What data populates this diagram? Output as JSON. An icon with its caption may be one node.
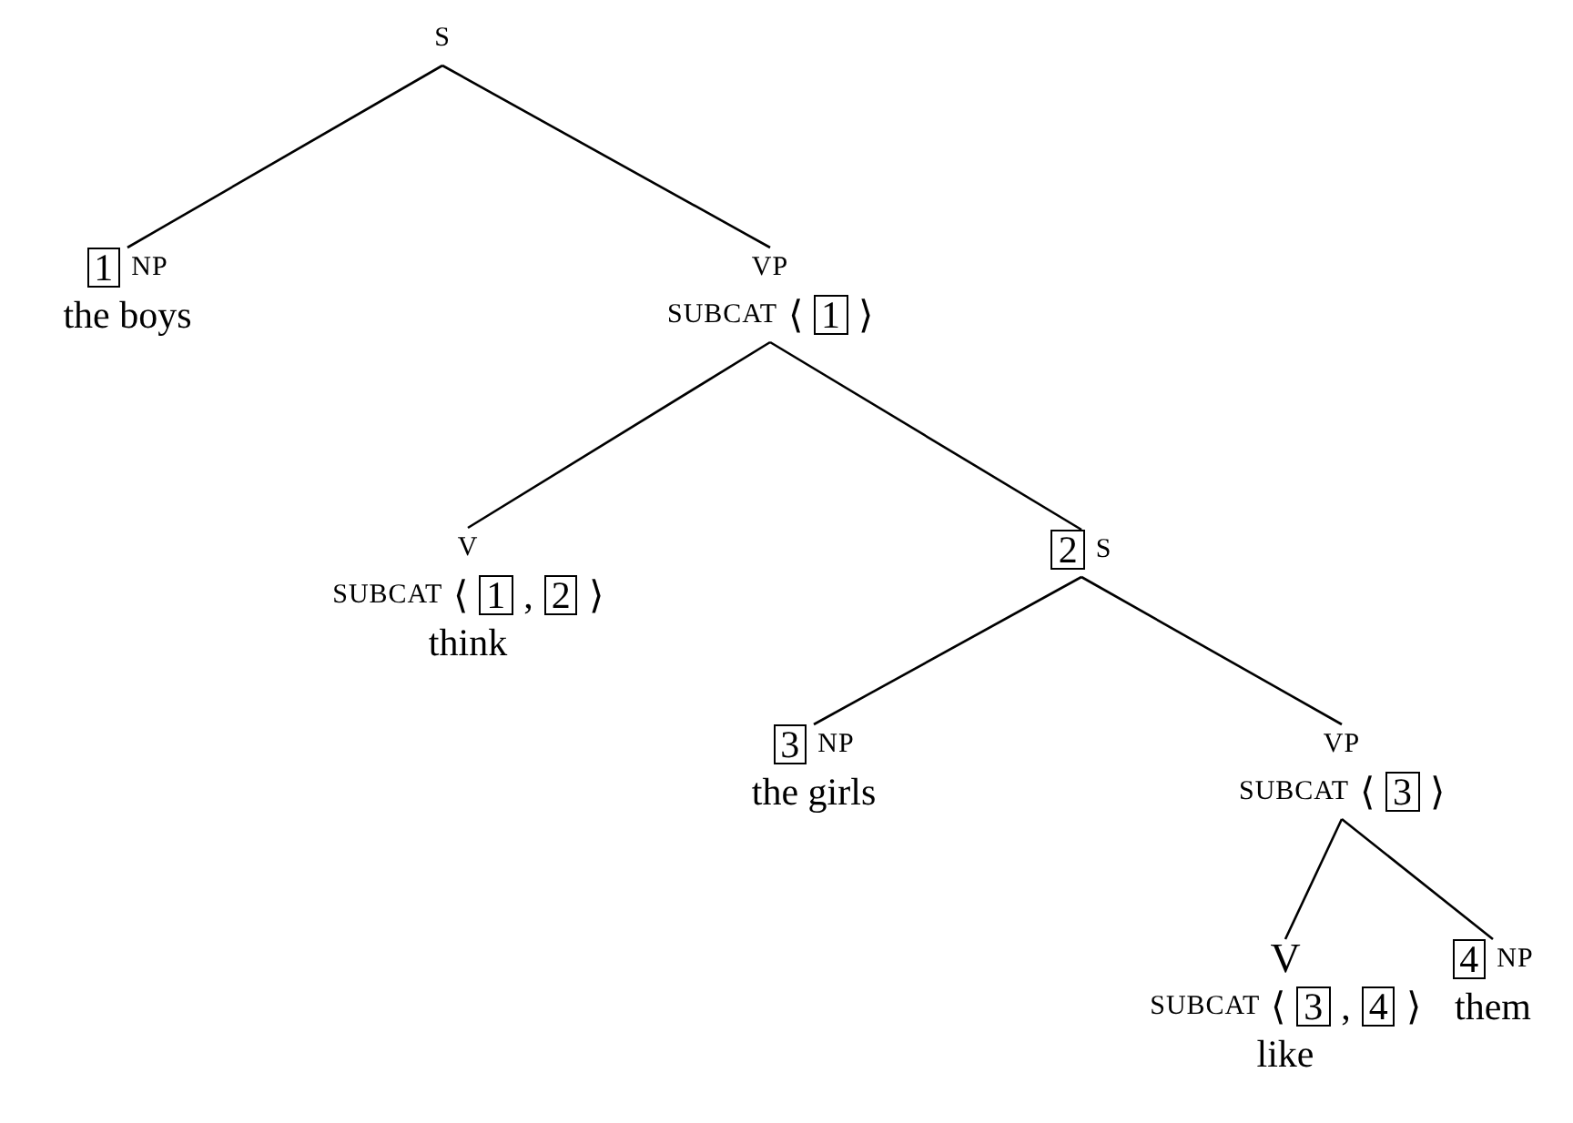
{
  "diagram": {
    "nodes": [
      {
        "text": [
          "S"
        ]
      },
      {
        "text": [
          "1",
          "NP",
          "the boys"
        ]
      },
      {
        "text": [
          "VP",
          "SUBCAT",
          "⟨",
          "1",
          "⟩"
        ]
      },
      {
        "text": [
          "V",
          "SUBCAT",
          "⟨",
          "1",
          ",",
          "2",
          "⟩",
          "think"
        ]
      },
      {
        "text": [
          "2",
          "S"
        ]
      },
      {
        "text": [
          "3",
          "NP",
          "the girls"
        ]
      },
      {
        "text": [
          "VP",
          "SUBCAT",
          "⟨",
          "3",
          "⟩"
        ]
      },
      {
        "text": [
          "V",
          "SUBCAT",
          "⟨",
          "3",
          ",",
          "4",
          "⟩",
          "like"
        ]
      },
      {
        "text": [
          "4",
          "NP",
          "them"
        ]
      }
    ],
    "edges": [
      {
        "from": 0,
        "to": 1,
        "arrow": "none"
      },
      {
        "from": 0,
        "to": 2,
        "arrow": "none"
      },
      {
        "from": 2,
        "to": 3,
        "arrow": "none"
      },
      {
        "from": 2,
        "to": 4,
        "arrow": "none"
      },
      {
        "from": 4,
        "to": 5,
        "arrow": "none"
      },
      {
        "from": 4,
        "to": 6,
        "arrow": "none"
      },
      {
        "from": 6,
        "to": 7,
        "arrow": "none"
      },
      {
        "from": 6,
        "to": 8,
        "arrow": "none"
      }
    ]
  }
}
